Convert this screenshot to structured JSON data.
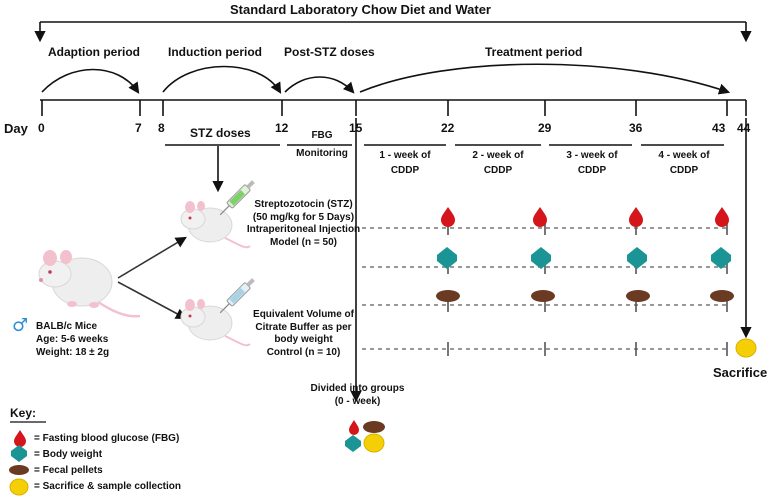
{
  "header": {
    "title": "Standard Laboratory Chow Diet and Water"
  },
  "periods": {
    "adaption": "Adaption period",
    "induction": "Induction period",
    "post_stz": "Post-STZ doses",
    "treatment": "Treatment period"
  },
  "timeline": {
    "day_label": "Day",
    "days": [
      "0",
      "7",
      "8",
      "12",
      "15",
      "22",
      "29",
      "36",
      "43",
      "44"
    ]
  },
  "phases": {
    "stz_doses": "STZ doses",
    "fbg_monitoring_line1": "FBG",
    "fbg_monitoring_line2": "Monitoring",
    "weeks": [
      {
        "line1": "1 - week of",
        "line2": "CDDP"
      },
      {
        "line1": "2 - week of",
        "line2": "CDDP"
      },
      {
        "line1": "3 - week of",
        "line2": "CDDP"
      },
      {
        "line1": "4 - week of",
        "line2": "CDDP"
      }
    ]
  },
  "mice": {
    "source_line1": "BALB/c Mice",
    "source_line2": "Age: 5-6 weeks",
    "source_line3": "Weight: 18 ± 2g",
    "male_symbol": "♂",
    "model_line1": "Streptozotocin (STZ)",
    "model_line2": "(50 mg/kg for 5 Days)",
    "model_line3": "Intraperitoneal Injection",
    "model_line4": "Model (n = 50)",
    "control_line1": "Equivalent Volume of",
    "control_line2": "Citrate Buffer as per",
    "control_line3": "body weight",
    "control_line4": "Control (n = 10)"
  },
  "groups": {
    "line1": "Divided into groups",
    "line2": "(0 - week)"
  },
  "sacrifice": "Sacrifice",
  "key": {
    "title": "Key:",
    "items": [
      {
        "label": "= Fasting blood glucose (FBG)",
        "icon": "blood-drop-icon"
      },
      {
        "label": "= Body weight",
        "icon": "body-weight-hexagon-icon"
      },
      {
        "label": "= Fecal pellets",
        "icon": "fecal-pellet-icon"
      },
      {
        "label": "= Sacrifice & sample collection",
        "icon": "sacrifice-coin-icon"
      }
    ]
  },
  "colors": {
    "fbg": "#d4151b",
    "weight": "#1a9494",
    "fecal": "#6b3a22",
    "sacrifice": "#f5cf06",
    "male": "#2a8fd6"
  }
}
